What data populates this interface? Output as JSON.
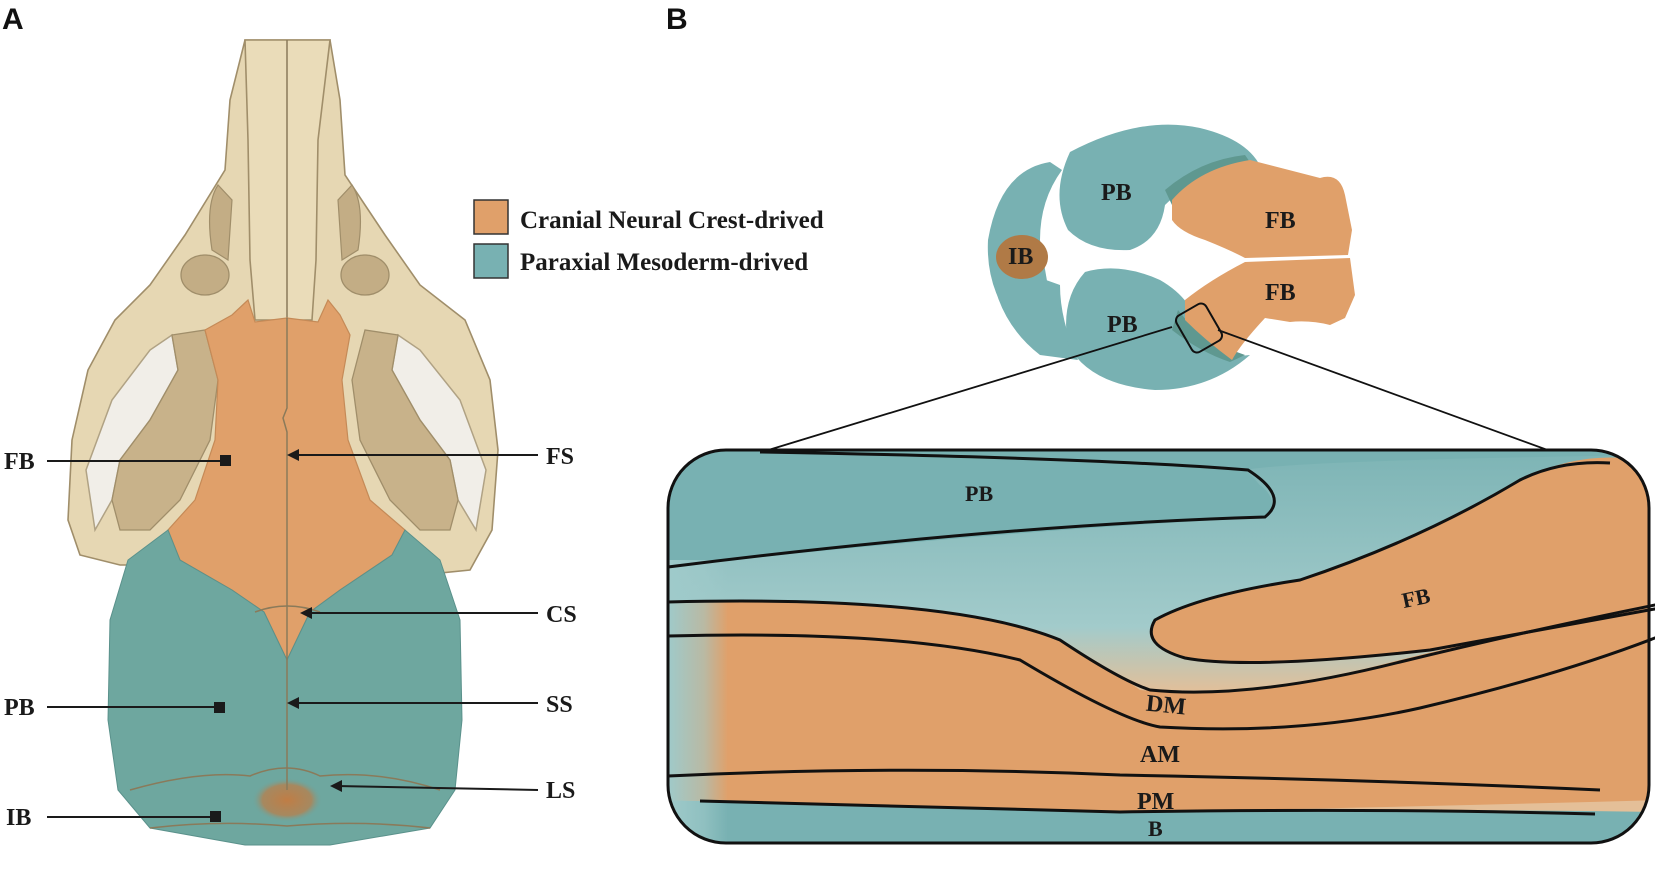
{
  "panels": {
    "a": {
      "letter": "A"
    },
    "b": {
      "letter": "B"
    }
  },
  "legend": {
    "items": [
      {
        "label": "Cranial Neural Crest-drived",
        "color": "#e0a06a"
      },
      {
        "label": "Paraxial Mesoderm-drived",
        "color": "#78b1b2"
      }
    ]
  },
  "skull_labels": {
    "left": [
      "FB",
      "PB",
      "IB"
    ],
    "right": [
      "FS",
      "CS",
      "SS",
      "LS"
    ]
  },
  "top_view": {
    "labels": [
      "PB",
      "PB",
      "FB",
      "FB",
      "IB"
    ]
  },
  "detail": {
    "labels": [
      "PB",
      "FB",
      "DM",
      "AM",
      "PM",
      "B"
    ]
  },
  "colors": {
    "neural_crest": "#e0a06a",
    "mesoderm": "#78b1b2",
    "bone_beige": "#e6d7b3",
    "bone_dark": "#c3ad85",
    "ib_brown": "#b07a46"
  }
}
